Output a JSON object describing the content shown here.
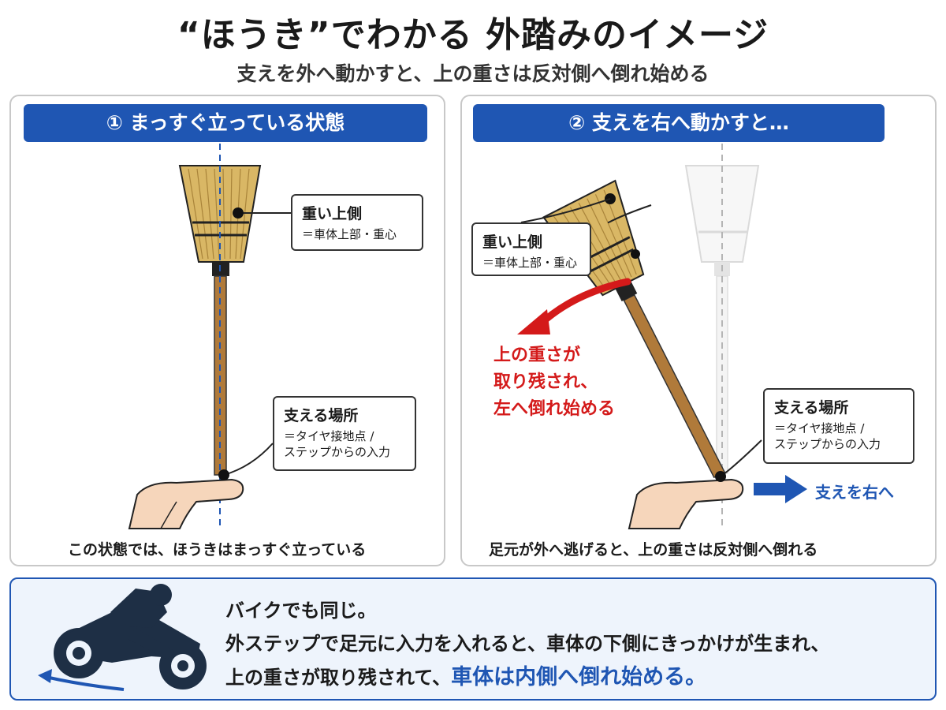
{
  "title": "“ほうき”でわかる 外踏みのイメージ",
  "subtitle": "支えを外へ動かすと、上の重さは反対側へ倒れ始める",
  "left_panel": {
    "header": "① まっすぐ立っている状態",
    "top_callout": {
      "title": "重い上側",
      "sub": "＝車体上部・重心"
    },
    "bottom_callout": {
      "title": "支える場所",
      "sub1": "＝タイヤ接地点 /",
      "sub2": "ステップからの入力"
    },
    "caption": "この状態では、ほうきはまっすぐ立っている"
  },
  "right_panel": {
    "header": "② 支えを右へ動かすと…",
    "top_callout": {
      "title": "重い上側",
      "sub": "＝車体上部・重心"
    },
    "bottom_callout": {
      "title": "支える場所",
      "sub1": "＝タイヤ接地点 /",
      "sub2": "ステップからの入力"
    },
    "warning": [
      "上の重さが",
      "取り残され、",
      "左へ倒れ始める"
    ],
    "move_label": "支えを右へ",
    "caption": "足元が外へ逃げると、上の重さは反対側へ倒れる"
  },
  "bottom": {
    "line1": "バイクでも同じ。",
    "line2": "外ステップで足元に入力を入れると、車体の下側にきっかけが生まれ、",
    "line3_prefix": "上の重さが取り残されて、",
    "line3_highlight": "車体は内側へ倒れ始める。"
  },
  "colors": {
    "header_blue": "#1f56b3",
    "warning_red": "#d41a1a",
    "straw": "#d9b765",
    "handle": "#b07a3a"
  }
}
